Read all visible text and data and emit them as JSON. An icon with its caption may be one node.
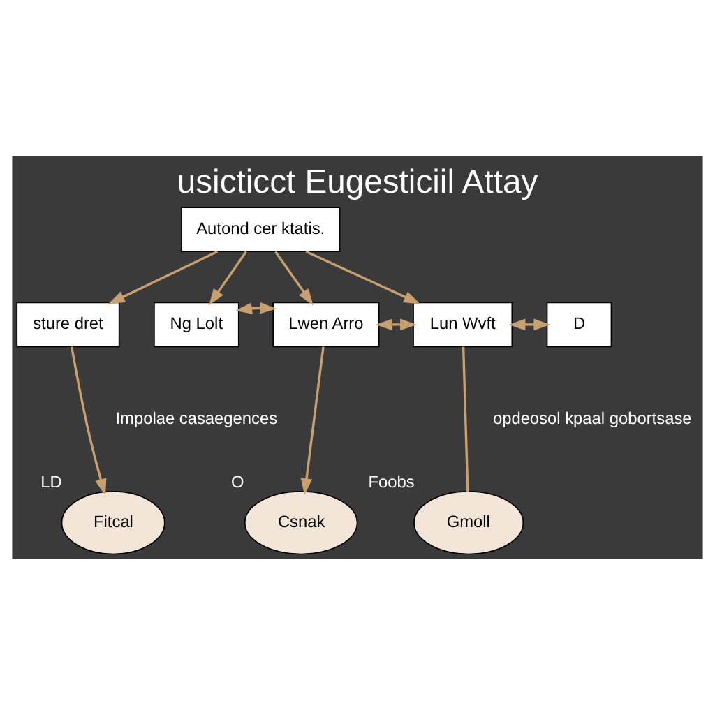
{
  "diagram": {
    "title": "usicticct Eugesticiil Attay",
    "nodes": [
      {
        "text": [
          "Autond cer ktatis."
        ]
      },
      {
        "text": [
          "sture dret"
        ]
      },
      {
        "text": [
          "Ng Lolt"
        ]
      },
      {
        "text": [
          "Lwen Arro"
        ]
      },
      {
        "text": [
          "Lun Wvft"
        ]
      },
      {
        "text": [
          "D"
        ]
      },
      {
        "text": [
          "Fitcal"
        ],
        "beside": [
          "LD"
        ]
      },
      {
        "text": [
          "Csnak"
        ],
        "beside": [
          "O"
        ]
      },
      {
        "text": [
          "Gmoll"
        ],
        "beside": [
          "Foobs"
        ]
      }
    ],
    "edges": [
      {
        "from": 0,
        "to": 1,
        "arrow": "to"
      },
      {
        "from": 0,
        "to": 2,
        "arrow": "to"
      },
      {
        "from": 0,
        "to": 3,
        "arrow": "to"
      },
      {
        "from": 0,
        "to": 4,
        "arrow": "to"
      },
      {
        "from": 2,
        "to": 3,
        "arrow": "both"
      },
      {
        "from": 3,
        "to": 4,
        "arrow": "both"
      },
      {
        "from": 4,
        "to": 5,
        "arrow": "both"
      },
      {
        "from": 1,
        "to": 6,
        "arrow": "to"
      },
      {
        "from": 3,
        "to": 7,
        "arrow": "to"
      },
      {
        "from": 4,
        "to": 8,
        "arrow": "none"
      }
    ],
    "labels": [
      "Impolae casaegences",
      "opdeosol kpaal gobortsase"
    ]
  }
}
